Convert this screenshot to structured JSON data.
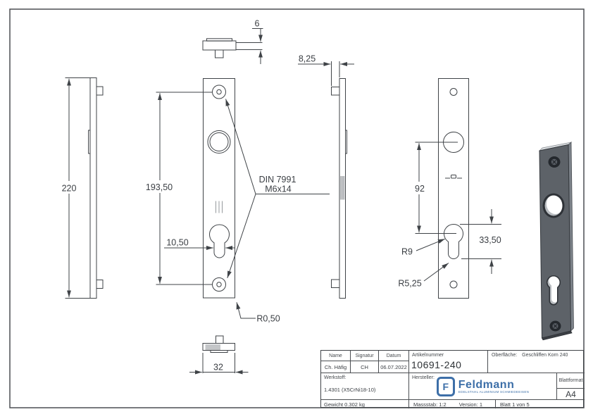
{
  "dims": {
    "plate_thickness": "6",
    "stub_offset": "8,25",
    "plate_height": "220",
    "hole_spacing": "193,50",
    "keyhole_slot_width": "10,50",
    "note_din": "DIN 7991",
    "note_screw": "M6x14",
    "corner_radius": "R0,50",
    "handle_to_keyhole": "92",
    "keyhole_height": "33,50",
    "keyhole_top_radius": "R9",
    "keyhole_bottom_radius": "R5,25",
    "plate_width": "32"
  },
  "title_block": {
    "name_label": "Name",
    "signature_label": "Signatur",
    "date_label": "Datum",
    "name_value": "Ch. Häfig",
    "signature_value": "CH",
    "date_value": "06.07.2022",
    "article_label": "Artikelnummer",
    "article_value": "10691-240",
    "surface_label": "Oberfläche:",
    "surface_value": "Geschliffen Korn 240",
    "material_label": "Werkstoff:",
    "material_value": "1.4301 (X5CrNi18-10)",
    "manufacturer_label": "Hersteller:",
    "format_label": "Blattformat",
    "format_value": "A4",
    "weight": "Gewicht 0.302 kg",
    "scale": "Massstab: 1:2",
    "version": "Version: 1",
    "sheet": "Blatt 1 von 5"
  },
  "logo": {
    "letter": "F",
    "brand": "Feldmann",
    "tagline": "EDELSTAHL ALUMINIUM SCHMIEDEEISEN"
  },
  "colors": {
    "line": "#3f4347",
    "logo_blue": "#3d6fa8",
    "render_front": "#5d6268",
    "render_top": "#d8dbde",
    "render_side": "#7d838a",
    "render_bottom": "#3b3f44"
  }
}
